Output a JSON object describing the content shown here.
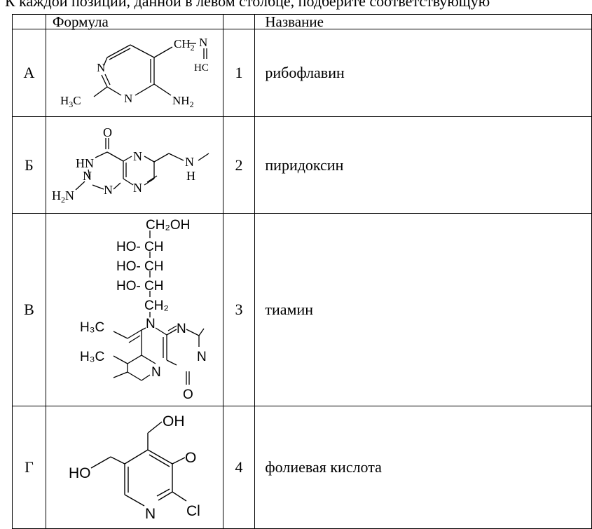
{
  "intro_text": "К каждой позиции, данной в левом столбце, подберите соответствующую",
  "headers": {
    "letter": "",
    "formula": "Формула",
    "number": "",
    "name": "Название"
  },
  "rows": [
    {
      "letter": "А",
      "number": "1",
      "name": "рибофлавин"
    },
    {
      "letter": "Б",
      "number": "2",
      "name": "пиридоксин"
    },
    {
      "letter": "В",
      "number": "3",
      "name": "тиамин"
    },
    {
      "letter": "Г",
      "number": "4",
      "name": "фолиевая кислота"
    }
  ],
  "formulas": {
    "A": {
      "ch2": "CH",
      "ch2_sub": "2",
      "n_top": "N",
      "hc": "HC",
      "n_ring": "N",
      "h3c": "H",
      "h3c_sub": "3",
      "h3c_c": "C",
      "n_bottom": "N",
      "nh2": "NH",
      "nh2_sub": "2"
    },
    "B": {
      "o": "O",
      "hn": "HN",
      "n1": "N",
      "n2": "N",
      "n3": "N",
      "n4": "N",
      "nh_n": "N",
      "nh_h": "H",
      "h2n": "H",
      "h2n_sub": "2",
      "h2n_n": "N"
    },
    "C": {
      "ch2oh": "CH₂OH",
      "ho1": "HO-",
      "ch1": "CH",
      "ho2": "HO-",
      "ch2": "CH",
      "ho3": "HO-",
      "ch3": "CH",
      "ch2b": "CH₂",
      "h3c1": "H₃C",
      "h3c2": "H₃C",
      "n_a": "N",
      "n_b": "N",
      "n_c": "N",
      "n_d": "N",
      "o": "O"
    },
    "D": {
      "oh": "OH",
      "ho": "HO",
      "o": "O",
      "n": "N",
      "cl": "Cl"
    }
  }
}
